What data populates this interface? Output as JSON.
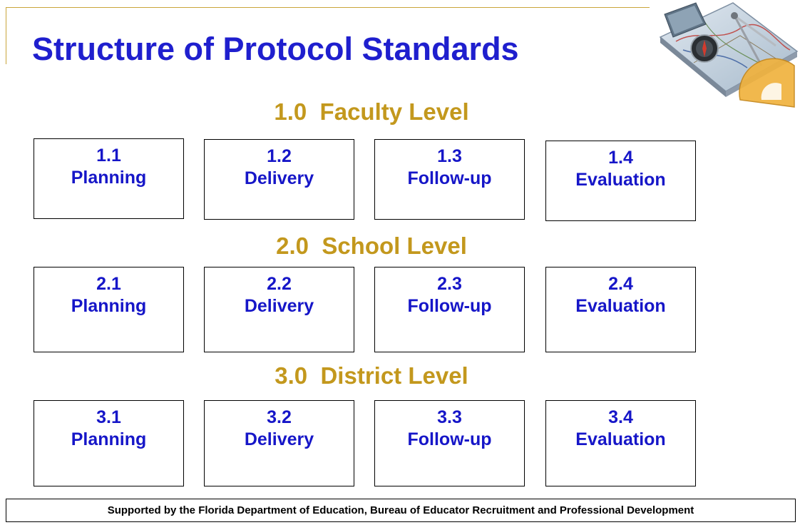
{
  "title": "Structure of Protocol Standards",
  "levels": [
    {
      "heading": "1.0  Faculty Level",
      "items": [
        {
          "number": "1.1",
          "label": "Planning"
        },
        {
          "number": "1.2",
          "label": "Delivery"
        },
        {
          "number": "1.3",
          "label": "Follow-up"
        },
        {
          "number": "1.4",
          "label": "Evaluation"
        }
      ]
    },
    {
      "heading": "2.0  School Level",
      "items": [
        {
          "number": "2.1",
          "label": "Planning"
        },
        {
          "number": "2.2",
          "label": "Delivery"
        },
        {
          "number": "2.3",
          "label": "Follow-up"
        },
        {
          "number": "2.4",
          "label": "Evaluation"
        }
      ]
    },
    {
      "heading": "3.0  District Level",
      "items": [
        {
          "number": "3.1",
          "label": "Planning"
        },
        {
          "number": "3.2",
          "label": "Delivery"
        },
        {
          "number": "3.3",
          "label": "Follow-up"
        },
        {
          "number": "3.4",
          "label": "Evaluation"
        }
      ]
    }
  ],
  "footer": "Supported by the Florida Department of Education, Bureau of Educator Recruitment and Professional Development",
  "colors": {
    "title": "#1f1fce",
    "heading": "#c3981d",
    "box_text": "#1616c8"
  },
  "clipart_icon": "map-compass-clipart-icon"
}
